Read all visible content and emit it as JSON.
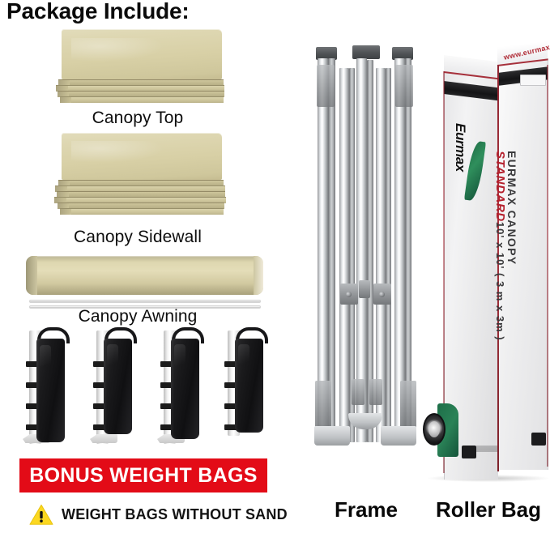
{
  "header": {
    "title": "Package Include:"
  },
  "left_column": {
    "items": [
      {
        "label": "Canopy Top",
        "icon": "folded-fabric-icon"
      },
      {
        "label": "Canopy Sidewall",
        "icon": "folded-fabric-icon"
      },
      {
        "label": "Canopy Awning",
        "icon": "rolled-fabric-icon"
      }
    ],
    "weight_bags": {
      "count": 4,
      "banner_label": "BONUS WEIGHT BAGS",
      "banner_color": "#e30b17",
      "warning_label": "WEIGHT BAGS WITHOUT SAND",
      "warning_icon": "warning-triangle-icon",
      "warning_icon_color": "#fcd821"
    }
  },
  "right_columns": {
    "frame": {
      "label": "Frame"
    },
    "roller_bag": {
      "label": "Roller Bag",
      "url_text": "www.eurmax.com",
      "brand": "Eurmax",
      "product_line_1": "EURMAX CANOPY",
      "product_line_2_brand": "STANDARD",
      "product_line_2_dims": "10' x 10'  ( 3 m x 3m )",
      "accent_red": "#b5202d",
      "accent_green": "#2a8257"
    }
  },
  "colors": {
    "fabric_beige": "#d8d0a6",
    "bag_black": "#17171a",
    "metal_silver": "#d6d9dc",
    "background": "#ffffff"
  }
}
